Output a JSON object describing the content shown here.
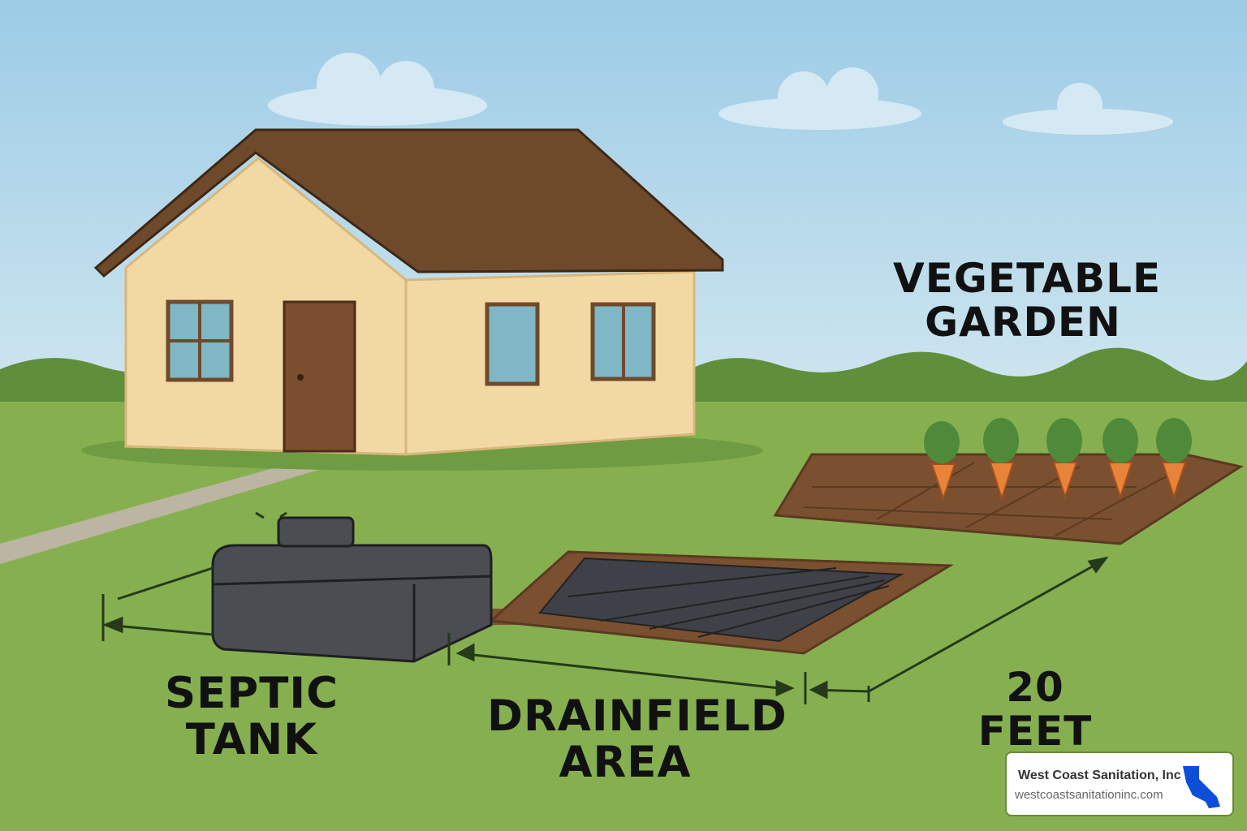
{
  "labels": {
    "garden": [
      "VEGETABLE",
      "GARDEN"
    ],
    "septic": [
      "SEPTIC",
      "TANK"
    ],
    "drainfield": [
      "DRAINFIELD",
      "AREA"
    ],
    "distance": "20 FEET"
  },
  "badge": {
    "company": "West Coast Sanitation, Inc",
    "website": "westcoastsanitationinc.com",
    "logo_icon": "california-map-icon",
    "logo_color": "#0b4fd8"
  },
  "colors": {
    "sky": "#a9d3ea",
    "grass": "#86b050",
    "roof": "#6e4a2b",
    "wall": "#f2d9a4",
    "tank": "#4b4d52",
    "soil": "#7a5030"
  }
}
